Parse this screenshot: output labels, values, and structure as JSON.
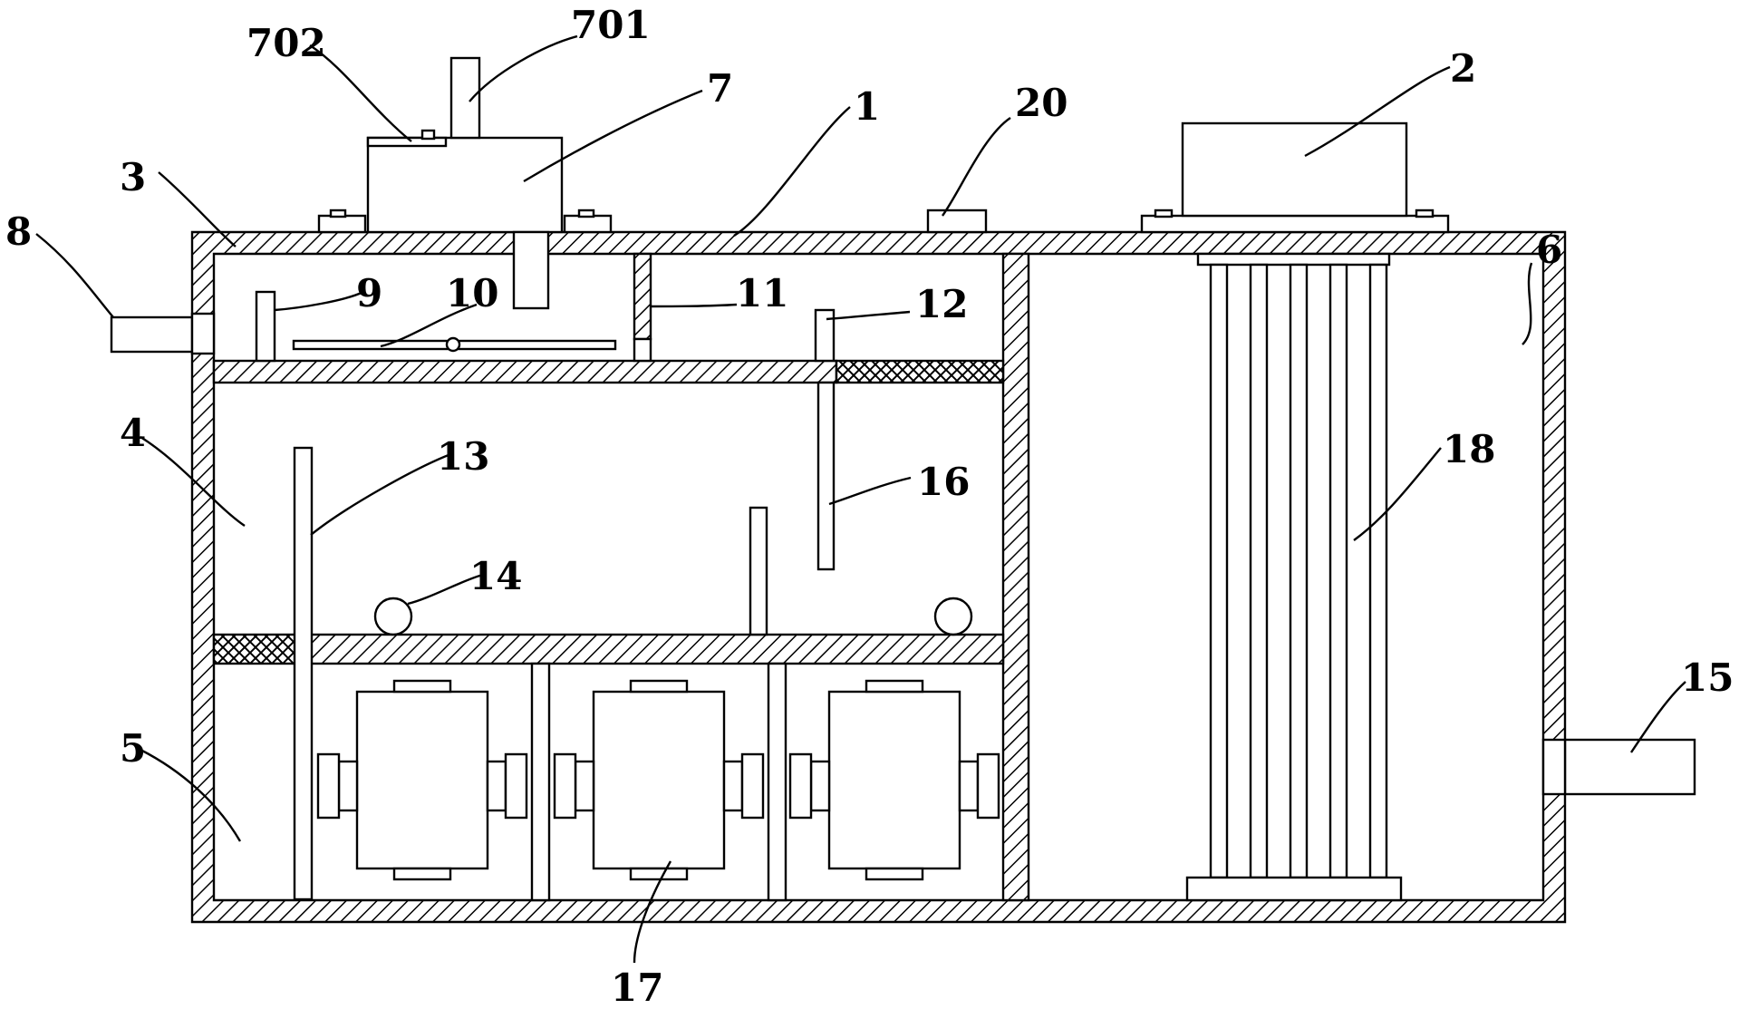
{
  "labels": {
    "l1": "1",
    "l2": "2",
    "l3": "3",
    "l4": "4",
    "l5": "5",
    "l6": "6",
    "l7": "7",
    "l8": "8",
    "l9": "9",
    "l10": "10",
    "l11": "11",
    "l12": "12",
    "l13": "13",
    "l14": "14",
    "l15": "15",
    "l16": "16",
    "l17": "17",
    "l18": "18",
    "l20": "20",
    "l701": "701",
    "l702": "702"
  }
}
